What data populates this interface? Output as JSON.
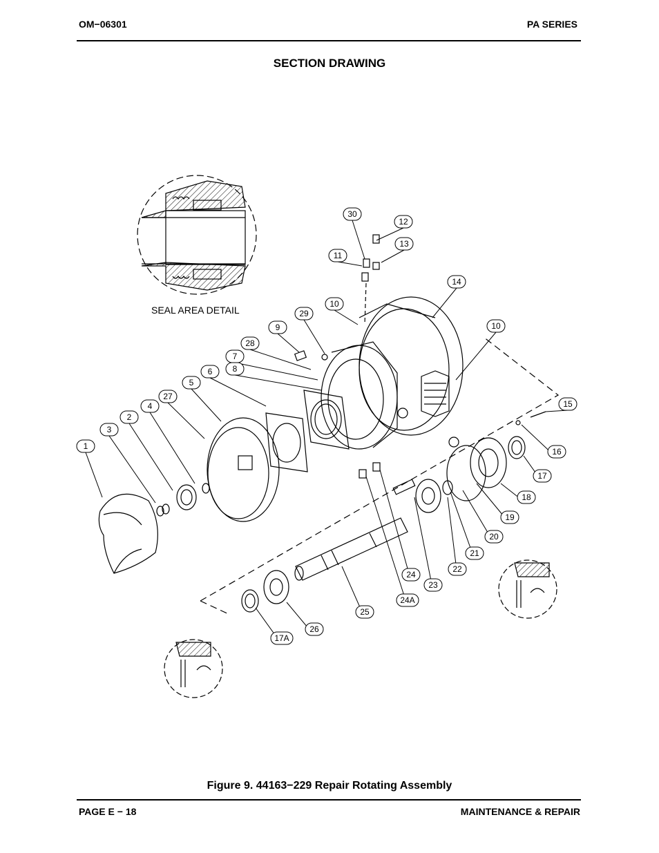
{
  "header": {
    "doc_number": "OM−06301",
    "series": "PA SERIES"
  },
  "section_title": "SECTION DRAWING",
  "figure_caption": "Figure 9. 44163−229 Repair Rotating Assembly",
  "footer": {
    "page": "PAGE E − 18",
    "chapter": "MAINTENANCE & REPAIR"
  },
  "drawing": {
    "seal_area_label": "SEAL AREA DETAIL",
    "callouts": [
      "1",
      "2",
      "3",
      "4",
      "5",
      "6",
      "7",
      "8",
      "9",
      "10",
      "10",
      "11",
      "12",
      "13",
      "14",
      "15",
      "16",
      "17",
      "17A",
      "18",
      "19",
      "20",
      "21",
      "22",
      "23",
      "24",
      "24A",
      "25",
      "26",
      "27",
      "28",
      "29",
      "30"
    ]
  }
}
